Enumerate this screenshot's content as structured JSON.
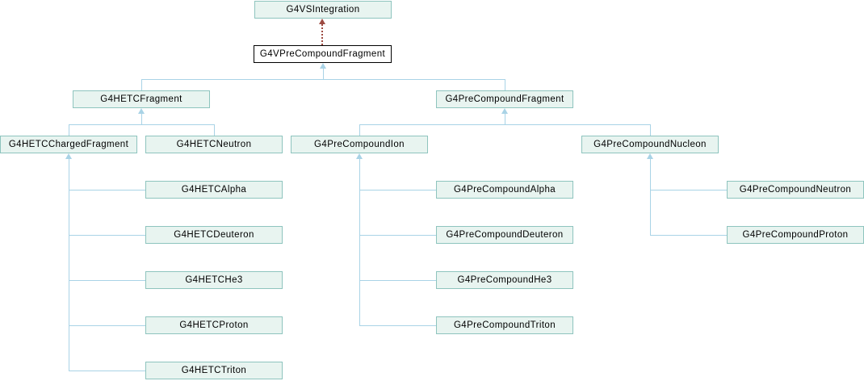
{
  "diagram": {
    "type": "class-inheritance-graph",
    "highlighted_class": "G4VPreCompoundFragment",
    "colors": {
      "background": "#ffffff",
      "node_fill": "#e8f4f0",
      "node_border": "#8ec4be",
      "highlight_node_fill": "#ffffff",
      "highlight_node_border": "#000000",
      "text": "#000000",
      "edge_public_inheritance": "#a9d3e6",
      "edge_protected_inheritance": "#9d4b42"
    },
    "nodes": [
      {
        "label": "G4VSIntegration"
      },
      {
        "label": "G4VPreCompoundFragment"
      },
      {
        "label": "G4HETCFragment"
      },
      {
        "label": "G4PreCompoundFragment"
      },
      {
        "label": "G4HETCChargedFragment"
      },
      {
        "label": "G4HETCNeutron"
      },
      {
        "label": "G4PreCompoundIon"
      },
      {
        "label": "G4PreCompoundNucleon"
      },
      {
        "label": "G4HETCAlpha"
      },
      {
        "label": "G4HETCDeuteron"
      },
      {
        "label": "G4HETCHe3"
      },
      {
        "label": "G4HETCProton"
      },
      {
        "label": "G4HETCTriton"
      },
      {
        "label": "G4PreCompoundAlpha"
      },
      {
        "label": "G4PreCompoundDeuteron"
      },
      {
        "label": "G4PreCompoundHe3"
      },
      {
        "label": "G4PreCompoundTriton"
      },
      {
        "label": "G4PreCompoundNeutron"
      },
      {
        "label": "G4PreCompoundProton"
      }
    ],
    "edges": [
      {
        "from": "G4VPreCompoundFragment",
        "to": "G4VSIntegration",
        "style": "dotted-dark-red"
      },
      {
        "from": "G4HETCFragment",
        "to": "G4VPreCompoundFragment",
        "style": "solid-light-blue"
      },
      {
        "from": "G4PreCompoundFragment",
        "to": "G4VPreCompoundFragment",
        "style": "solid-light-blue"
      },
      {
        "from": "G4HETCChargedFragment",
        "to": "G4HETCFragment",
        "style": "solid-light-blue"
      },
      {
        "from": "G4HETCNeutron",
        "to": "G4HETCFragment",
        "style": "solid-light-blue"
      },
      {
        "from": "G4PreCompoundIon",
        "to": "G4PreCompoundFragment",
        "style": "solid-light-blue"
      },
      {
        "from": "G4PreCompoundNucleon",
        "to": "G4PreCompoundFragment",
        "style": "solid-light-blue"
      },
      {
        "from": "G4HETCAlpha",
        "to": "G4HETCChargedFragment",
        "style": "solid-light-blue"
      },
      {
        "from": "G4HETCDeuteron",
        "to": "G4HETCChargedFragment",
        "style": "solid-light-blue"
      },
      {
        "from": "G4HETCHe3",
        "to": "G4HETCChargedFragment",
        "style": "solid-light-blue"
      },
      {
        "from": "G4HETCProton",
        "to": "G4HETCChargedFragment",
        "style": "solid-light-blue"
      },
      {
        "from": "G4HETCTriton",
        "to": "G4HETCChargedFragment",
        "style": "solid-light-blue"
      },
      {
        "from": "G4PreCompoundAlpha",
        "to": "G4PreCompoundIon",
        "style": "solid-light-blue"
      },
      {
        "from": "G4PreCompoundDeuteron",
        "to": "G4PreCompoundIon",
        "style": "solid-light-blue"
      },
      {
        "from": "G4PreCompoundHe3",
        "to": "G4PreCompoundIon",
        "style": "solid-light-blue"
      },
      {
        "from": "G4PreCompoundTriton",
        "to": "G4PreCompoundIon",
        "style": "solid-light-blue"
      },
      {
        "from": "G4PreCompoundNeutron",
        "to": "G4PreCompoundNucleon",
        "style": "solid-light-blue"
      },
      {
        "from": "G4PreCompoundProton",
        "to": "G4PreCompoundNucleon",
        "style": "solid-light-blue"
      }
    ]
  }
}
